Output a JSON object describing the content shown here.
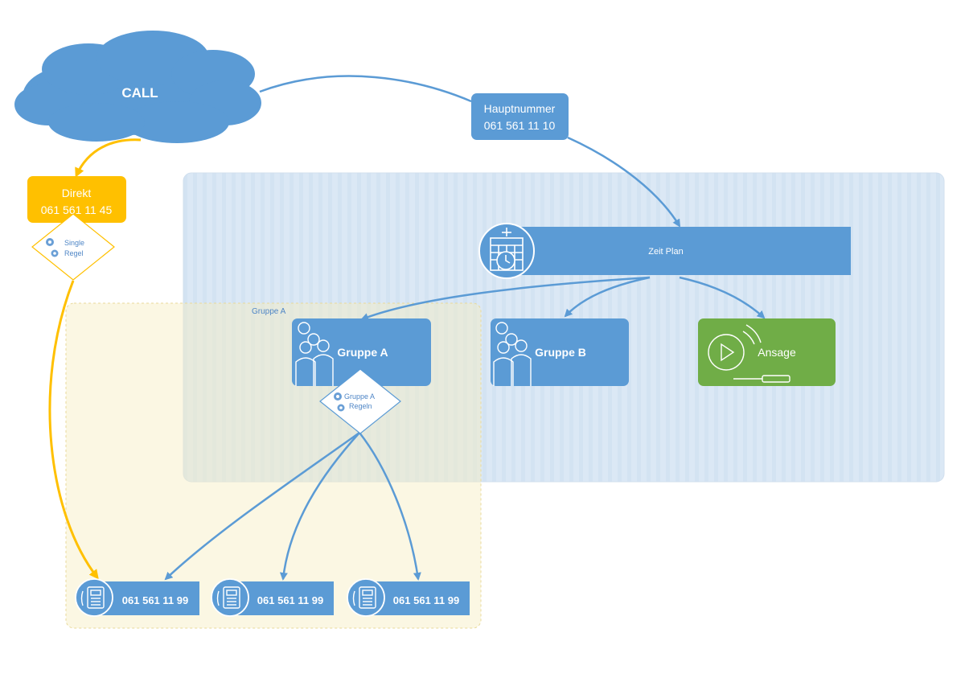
{
  "cloud": {
    "label": "CALL"
  },
  "hauptnummer": {
    "line1": "Hauptnummer",
    "line2": "061 561 11 10"
  },
  "direkt": {
    "line1": "Direkt",
    "line2": "061 561 11 45"
  },
  "single_regel": {
    "line1": "Single",
    "line2": "Regel"
  },
  "zeitplan": {
    "label": "Zeit Plan"
  },
  "group_area": {
    "label": "Gruppe A"
  },
  "gruppe_a": {
    "label": "Gruppe A"
  },
  "gruppe_b": {
    "label": "Gruppe B"
  },
  "ansage": {
    "label": "Ansage"
  },
  "gruppe_a_regeln": {
    "line1": "Gruppe A",
    "line2": "Regeln"
  },
  "phones": [
    {
      "number": "061 561 11 99"
    },
    {
      "number": "061 561 11 99"
    },
    {
      "number": "061 561 11 99"
    }
  ],
  "colors": {
    "blue": "#5b9bd5",
    "orange": "#ffc000",
    "green": "#70ad47",
    "zone_blue": "#dae7f4",
    "zone_yellow": "#fdf6dc"
  }
}
